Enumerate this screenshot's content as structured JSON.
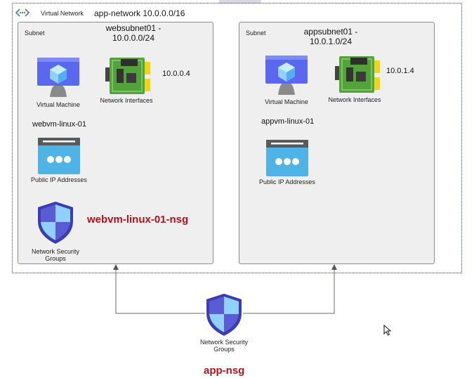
{
  "vnet": {
    "label": "Virtual Network",
    "name": "app-network 10.0.0.0/16"
  },
  "subnets": [
    {
      "tag": "Subnet",
      "name_line1": "websubnet01 -",
      "name_line2": "10.0.0.0/24",
      "vm_label": "Virtual Machine",
      "nic_label": "Network Interfaces",
      "nic_ip": "10.0.0.4",
      "vm_name": "webvm-linux-01",
      "pip_label": "Public IP Addresses",
      "nsg_label_line1": "Network Security",
      "nsg_label_line2": "Groups",
      "nsg_name": "webvm-linux-01-nsg"
    },
    {
      "tag": "Subnet",
      "name_line1": "appsubnet01 -",
      "name_line2": "10.0.1.0/24",
      "vm_label": "Virtual Machine",
      "nic_label": "Network Interfaces",
      "nic_ip": "10.0.1.4",
      "vm_name": "appvm-linux-01",
      "pip_label": "Public IP Addresses"
    }
  ],
  "shared_nsg": {
    "label_line1": "Network Security",
    "label_line2": "Groups",
    "name": "app-nsg"
  },
  "colors": {
    "vnet_border": "#2b3a9e",
    "subnet_fill": "#efefef",
    "nsg_name": "#b5121b"
  }
}
